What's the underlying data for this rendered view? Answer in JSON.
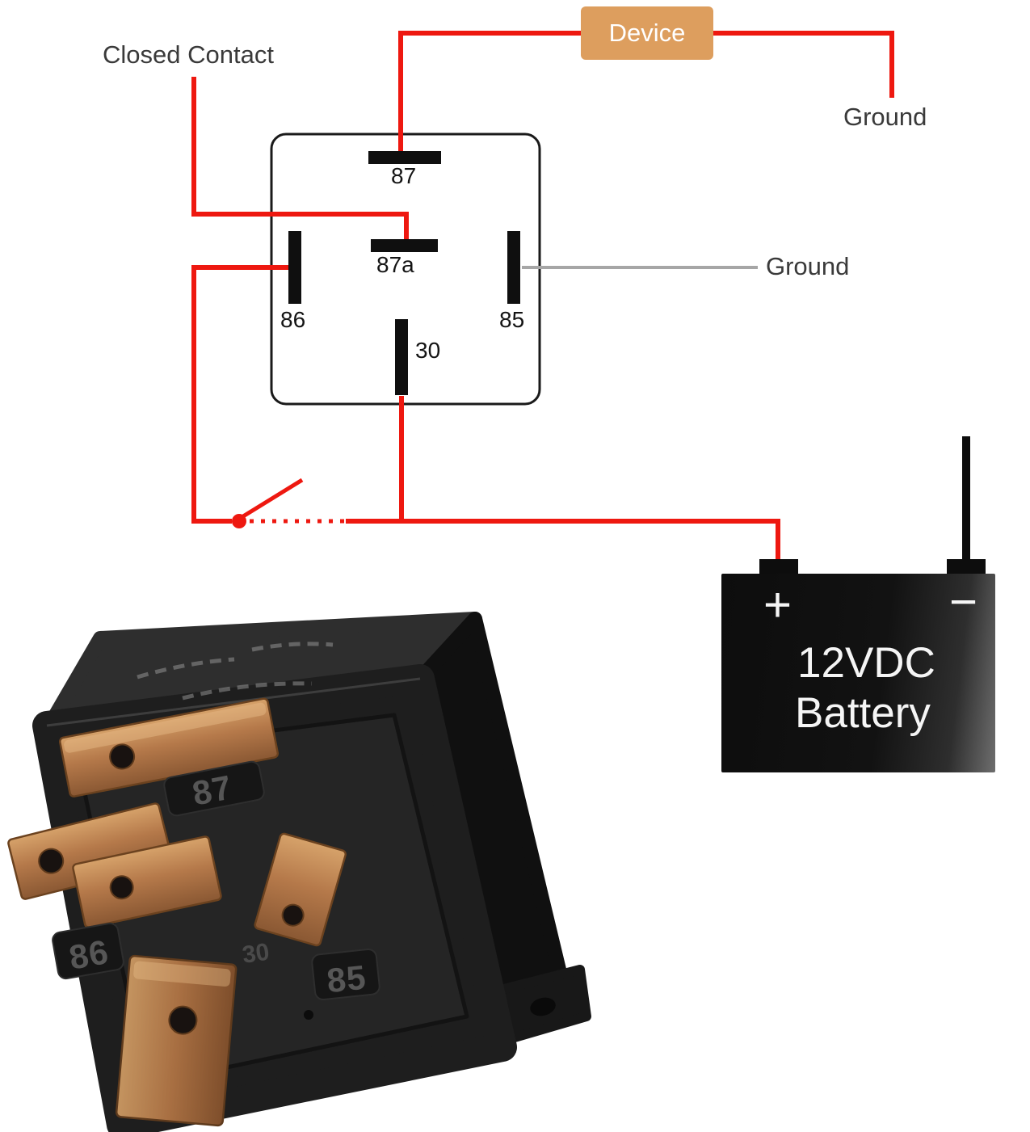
{
  "labels": {
    "closed_contact": "Closed Contact",
    "device": "Device",
    "ground_top": "Ground",
    "ground_right": "Ground"
  },
  "relay": {
    "pins": {
      "p87": "87",
      "p87a": "87a",
      "p86": "86",
      "p85": "85",
      "p30": "30"
    }
  },
  "battery": {
    "plus": "+",
    "minus": "−",
    "line1": "12VDC",
    "line2": "Battery"
  },
  "photo": {
    "e87": "87",
    "e86": "86",
    "e85": "85",
    "e30": "30"
  },
  "colors": {
    "wireRed": "#ee1810",
    "wireGray": "#a6a6a6",
    "deviceFill": "#dd9e5e",
    "deviceText": "#ffffff",
    "labelColor": "#3a3a3a",
    "pinColor": "#0f0f0f",
    "boxBorder": "#1a1a1a",
    "batteryText": "#f5f5f5"
  }
}
